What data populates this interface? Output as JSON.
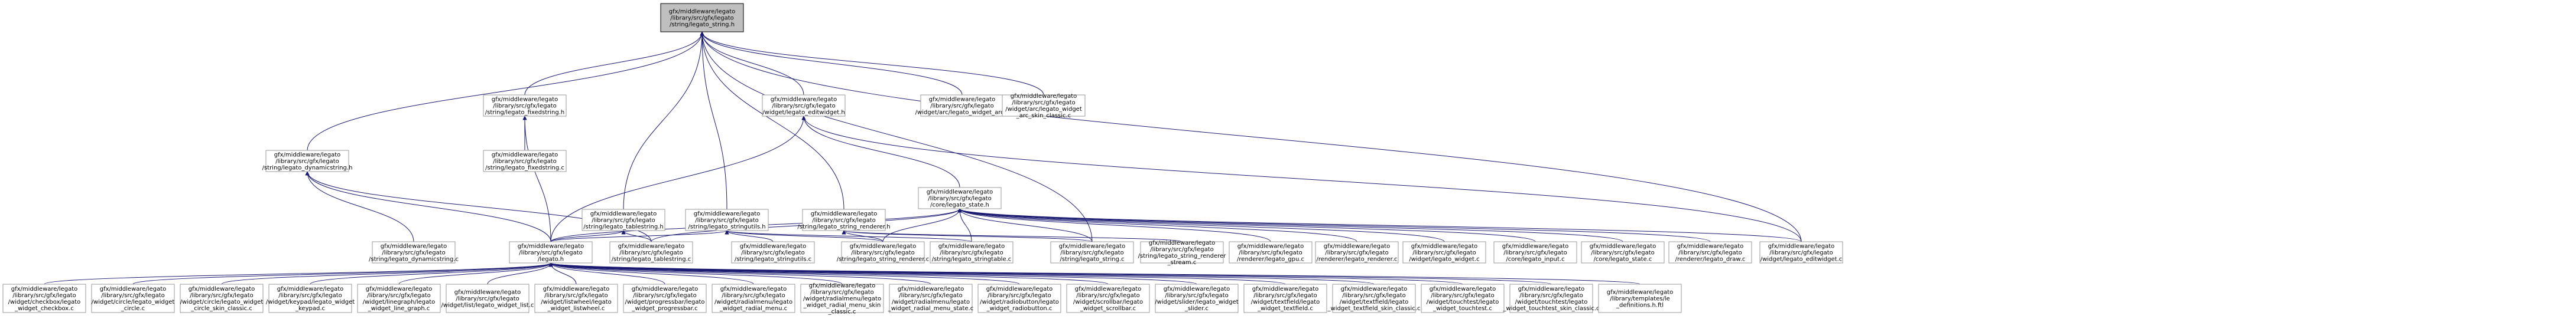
{
  "colors": {
    "edge": "#191970",
    "root_fill": "#bfbfbf",
    "node_fill": "#ffffff",
    "node_border": "#999999",
    "root_border": "#000000"
  },
  "nodes": [
    {
      "id": "root",
      "lines": [
        "gfx/middleware/legato",
        "/library/src/gfx/legato",
        "/string/legato_string.h"
      ],
      "root": true
    },
    {
      "id": "fixedstring_h",
      "lines": [
        "gfx/middleware/legato",
        "/library/src/gfx/legato",
        "/string/legato_fixedstring.h"
      ]
    },
    {
      "id": "editwidget_h",
      "lines": [
        "gfx/middleware/legato",
        "/library/src/gfx/legato",
        "/widget/legato_editwidget.h"
      ]
    },
    {
      "id": "widget_arc_c",
      "lines": [
        "gfx/middleware/legato",
        "/library/src/gfx/legato",
        "/widget/arc/legato_widget_arc.c"
      ]
    },
    {
      "id": "widget_arc_skin_c",
      "lines": [
        "gfx/middleware/legato",
        "/library/src/gfx/legato",
        "/widget/arc/legato_widget",
        "_arc_skin_classic.c"
      ]
    },
    {
      "id": "fixedstring_c",
      "lines": [
        "gfx/middleware/legato",
        "/library/src/gfx/legato",
        "/string/legato_fixedstring.c"
      ]
    },
    {
      "id": "dynamicstring_h",
      "lines": [
        "gfx/middleware/legato",
        "/library/src/gfx/legato",
        "/string/legato_dynamicstring.h"
      ]
    },
    {
      "id": "tablestring_h",
      "lines": [
        "gfx/middleware/legato",
        "/library/src/gfx/legato",
        "/string/legato_tablestring.h"
      ]
    },
    {
      "id": "stringutils_h",
      "lines": [
        "gfx/middleware/legato",
        "/library/src/gfx/legato",
        "/string/legato_stringutils.h"
      ]
    },
    {
      "id": "string_renderer_h",
      "lines": [
        "gfx/middleware/legato",
        "/library/src/gfx/legato",
        "/string/legato_string_renderer.h"
      ]
    },
    {
      "id": "state_h",
      "lines": [
        "gfx/middleware/legato",
        "/library/src/gfx/legato",
        "/core/legato_state.h"
      ]
    },
    {
      "id": "dynamicstring_c",
      "lines": [
        "gfx/middleware/legato",
        "/library/src/gfx/legato",
        "/string/legato_dynamicstring.c"
      ]
    },
    {
      "id": "legato_h",
      "lines": [
        "gfx/middleware/legato",
        "/library/src/gfx/legato",
        "/legato.h"
      ]
    },
    {
      "id": "tablestring_c",
      "lines": [
        "gfx/middleware/legato",
        "/library/src/gfx/legato",
        "/string/legato_tablestring.c"
      ]
    },
    {
      "id": "stringutils_c",
      "lines": [
        "gfx/middleware/legato",
        "/library/src/gfx/legato",
        "/string/legato_stringutils.c"
      ]
    },
    {
      "id": "string_renderer_c",
      "lines": [
        "gfx/middleware/legato",
        "/library/src/gfx/legato",
        "/string/legato_string_renderer.c"
      ]
    },
    {
      "id": "stringtable_c",
      "lines": [
        "gfx/middleware/legato",
        "/library/src/gfx/legato",
        "/string/legato_stringtable.c"
      ]
    },
    {
      "id": "string_c",
      "lines": [
        "gfx/middleware/legato",
        "/library/src/gfx/legato",
        "/string/legato_string.c"
      ]
    },
    {
      "id": "renderer_stream_c",
      "lines": [
        "gfx/middleware/legato",
        "/library/src/gfx/legato",
        "/string/legato_string_renderer",
        "_stream.c"
      ]
    },
    {
      "id": "gpu_c",
      "lines": [
        "gfx/middleware/legato",
        "/library/src/gfx/legato",
        "/renderer/legato_gpu.c"
      ]
    },
    {
      "id": "renderer_c",
      "lines": [
        "gfx/middleware/legato",
        "/library/src/gfx/legato",
        "/renderer/legato_renderer.c"
      ]
    },
    {
      "id": "widget_c",
      "lines": [
        "gfx/middleware/legato",
        "/library/src/gfx/legato",
        "/widget/legato_widget.c"
      ]
    },
    {
      "id": "input_c",
      "lines": [
        "gfx/middleware/legato",
        "/library/src/gfx/legato",
        "/core/legato_input.c"
      ]
    },
    {
      "id": "state_c",
      "lines": [
        "gfx/middleware/legato",
        "/library/src/gfx/legato",
        "/core/legato_state.c"
      ]
    },
    {
      "id": "draw_c",
      "lines": [
        "gfx/middleware/legato",
        "/library/src/gfx/legato",
        "/renderer/legato_draw.c"
      ]
    },
    {
      "id": "editwidget_c",
      "lines": [
        "gfx/middleware/legato",
        "/library/src/gfx/legato",
        "/widget/legato_editwidget.c"
      ]
    },
    {
      "id": "checkbox_c",
      "lines": [
        "gfx/middleware/legato",
        "/library/src/gfx/legato",
        "/widget/checkbox/legato",
        "_widget_checkbox.c"
      ]
    },
    {
      "id": "circle_c",
      "lines": [
        "gfx/middleware/legato",
        "/library/src/gfx/legato",
        "/widget/circle/legato_widget",
        "_circle.c"
      ]
    },
    {
      "id": "circle_skin_c",
      "lines": [
        "gfx/middleware/legato",
        "/library/src/gfx/legato",
        "/widget/circle/legato_widget",
        "_circle_skin_classic.c"
      ]
    },
    {
      "id": "keypad_c",
      "lines": [
        "gfx/middleware/legato",
        "/library/src/gfx/legato",
        "/widget/keypad/legato_widget",
        "_keypad.c"
      ]
    },
    {
      "id": "linegraph_c",
      "lines": [
        "gfx/middleware/legato",
        "/library/src/gfx/legato",
        "/widget/linegraph/legato",
        "_widget_line_graph.c"
      ]
    },
    {
      "id": "list_c",
      "lines": [
        "gfx/middleware/legato",
        "/library/src/gfx/legato",
        "/widget/list/legato_widget_list.c"
      ]
    },
    {
      "id": "listwheel_c",
      "lines": [
        "gfx/middleware/legato",
        "/library/src/gfx/legato",
        "/widget/listwheel/legato",
        "_widget_listwheel.c"
      ]
    },
    {
      "id": "progressbar_c",
      "lines": [
        "gfx/middleware/legato",
        "/library/src/gfx/legato",
        "/widget/progressbar/legato",
        "_widget_progressbar.c"
      ]
    },
    {
      "id": "radialmenu_c",
      "lines": [
        "gfx/middleware/legato",
        "/library/src/gfx/legato",
        "/widget/radialmenu/legato",
        "_widget_radial_menu.c"
      ]
    },
    {
      "id": "radialmenu_skin_c",
      "lines": [
        "gfx/middleware/legato",
        "/library/src/gfx/legato",
        "/widget/radialmenu/legato",
        "_widget_radial_menu_skin",
        "_classic.c"
      ]
    },
    {
      "id": "radialmenu_state_c",
      "lines": [
        "gfx/middleware/legato",
        "/library/src/gfx/legato",
        "/widget/radialmenu/legato",
        "_widget_radial_menu_state.c"
      ]
    },
    {
      "id": "radiobutton_c",
      "lines": [
        "gfx/middleware/legato",
        "/library/src/gfx/legato",
        "/widget/radiobutton/legato",
        "_widget_radiobutton.c"
      ]
    },
    {
      "id": "scrollbar_c",
      "lines": [
        "gfx/middleware/legato",
        "/library/src/gfx/legato",
        "/widget/scrollbar/legato",
        "_widget_scrollbar.c"
      ]
    },
    {
      "id": "slider_c",
      "lines": [
        "gfx/middleware/legato",
        "/library/src/gfx/legato",
        "/widget/slider/legato_widget",
        "_slider.c"
      ]
    },
    {
      "id": "textfield_c",
      "lines": [
        "gfx/middleware/legato",
        "/library/src/gfx/legato",
        "/widget/textfield/legato",
        "_widget_textfield.c"
      ]
    },
    {
      "id": "textfield_skin_c",
      "lines": [
        "gfx/middleware/legato",
        "/library/src/gfx/legato",
        "/widget/textfield/legato",
        "_widget_textfield_skin_classic.c"
      ]
    },
    {
      "id": "touchtest_c",
      "lines": [
        "gfx/middleware/legato",
        "/library/src/gfx/legato",
        "/widget/touchtest/legato",
        "_widget_touchtest.c"
      ]
    },
    {
      "id": "touchtest_skin_c",
      "lines": [
        "gfx/middleware/legato",
        "/library/src/gfx/legato",
        "/widget/touchtest/legato",
        "_widget_touchtest_skin_classic.c"
      ]
    },
    {
      "id": "definitions_h",
      "lines": [
        "gfx/middleware/legato",
        "/library/templates/le",
        "_definitions.h.ftl"
      ]
    }
  ],
  "edges": [
    [
      "fixedstring_h",
      "root"
    ],
    [
      "editwidget_h",
      "root"
    ],
    [
      "widget_arc_c",
      "root"
    ],
    [
      "widget_arc_skin_c",
      "root"
    ],
    [
      "dynamicstring_h",
      "root"
    ],
    [
      "tablestring_h",
      "root"
    ],
    [
      "stringutils_h",
      "root"
    ],
    [
      "string_renderer_h",
      "root"
    ],
    [
      "string_c",
      "root"
    ],
    [
      "editwidget_c",
      "root"
    ],
    [
      "fixedstring_c",
      "fixedstring_h"
    ],
    [
      "legato_h",
      "fixedstring_h"
    ],
    [
      "state_h",
      "editwidget_h"
    ],
    [
      "legato_h",
      "editwidget_h"
    ],
    [
      "editwidget_c",
      "editwidget_h"
    ],
    [
      "dynamicstring_c",
      "dynamicstring_h"
    ],
    [
      "legato_h",
      "dynamicstring_h"
    ],
    [
      "tablestring_c",
      "dynamicstring_h"
    ],
    [
      "legato_h",
      "tablestring_h"
    ],
    [
      "tablestring_c",
      "tablestring_h"
    ],
    [
      "legato_h",
      "stringutils_h"
    ],
    [
      "stringutils_c",
      "stringutils_h"
    ],
    [
      "string_renderer_c",
      "stringutils_h"
    ],
    [
      "stringtable_c",
      "stringutils_h"
    ],
    [
      "string_renderer_c",
      "string_renderer_h"
    ],
    [
      "string_c",
      "string_renderer_h"
    ],
    [
      "renderer_stream_c",
      "string_renderer_h"
    ],
    [
      "legato_h",
      "state_h"
    ],
    [
      "tablestring_c",
      "state_h"
    ],
    [
      "string_renderer_c",
      "state_h"
    ],
    [
      "stringtable_c",
      "state_h"
    ],
    [
      "string_c",
      "state_h"
    ],
    [
      "gpu_c",
      "state_h"
    ],
    [
      "renderer_c",
      "state_h"
    ],
    [
      "widget_c",
      "state_h"
    ],
    [
      "input_c",
      "state_h"
    ],
    [
      "state_c",
      "state_h"
    ],
    [
      "draw_c",
      "state_h"
    ],
    [
      "editwidget_c",
      "state_h"
    ],
    [
      "checkbox_c",
      "legato_h"
    ],
    [
      "circle_c",
      "legato_h"
    ],
    [
      "circle_skin_c",
      "legato_h"
    ],
    [
      "keypad_c",
      "legato_h"
    ],
    [
      "linegraph_c",
      "legato_h"
    ],
    [
      "list_c",
      "legato_h"
    ],
    [
      "listwheel_c",
      "legato_h"
    ],
    [
      "progressbar_c",
      "legato_h"
    ],
    [
      "radialmenu_c",
      "legato_h"
    ],
    [
      "radialmenu_skin_c",
      "legato_h"
    ],
    [
      "radialmenu_state_c",
      "legato_h"
    ],
    [
      "radiobutton_c",
      "legato_h"
    ],
    [
      "scrollbar_c",
      "legato_h"
    ],
    [
      "slider_c",
      "legato_h"
    ],
    [
      "textfield_c",
      "legato_h"
    ],
    [
      "textfield_skin_c",
      "legato_h"
    ],
    [
      "touchtest_c",
      "legato_h"
    ],
    [
      "touchtest_skin_c",
      "legato_h"
    ],
    [
      "definitions_h",
      "legato_h"
    ]
  ]
}
